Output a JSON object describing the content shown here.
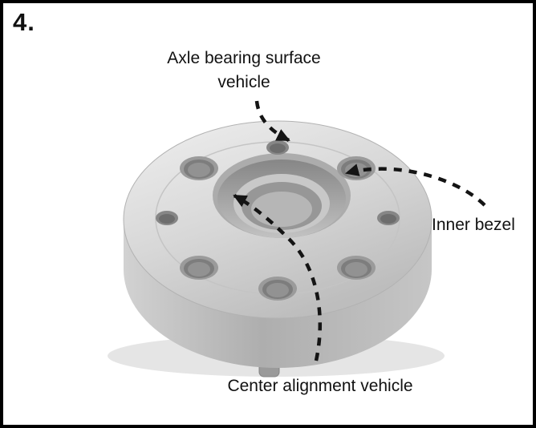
{
  "figure": {
    "step_number": "4.",
    "labels": {
      "axle_bearing": "Axle bearing surface\nvehicle",
      "inner_bezel": "Inner bezel",
      "center_alignment": "Center alignment vehicle"
    },
    "illustration": {
      "subject": "wheel-spacer-adapter",
      "bolt_holes_visible": 8,
      "callouts": [
        {
          "target": "top bolt hole area",
          "label": "Axle bearing surface vehicle"
        },
        {
          "target": "center bore rim",
          "label": "Inner bezel"
        },
        {
          "target": "center bore",
          "label": "Center alignment vehicle"
        }
      ]
    },
    "colors": {
      "frame": "#000000",
      "background": "#ffffff",
      "label_text": "#111111",
      "arrow": "#141414",
      "spacer_light": "#ececec",
      "spacer_mid": "#c6c6c6",
      "spacer_dark": "#8a8a8a"
    }
  }
}
